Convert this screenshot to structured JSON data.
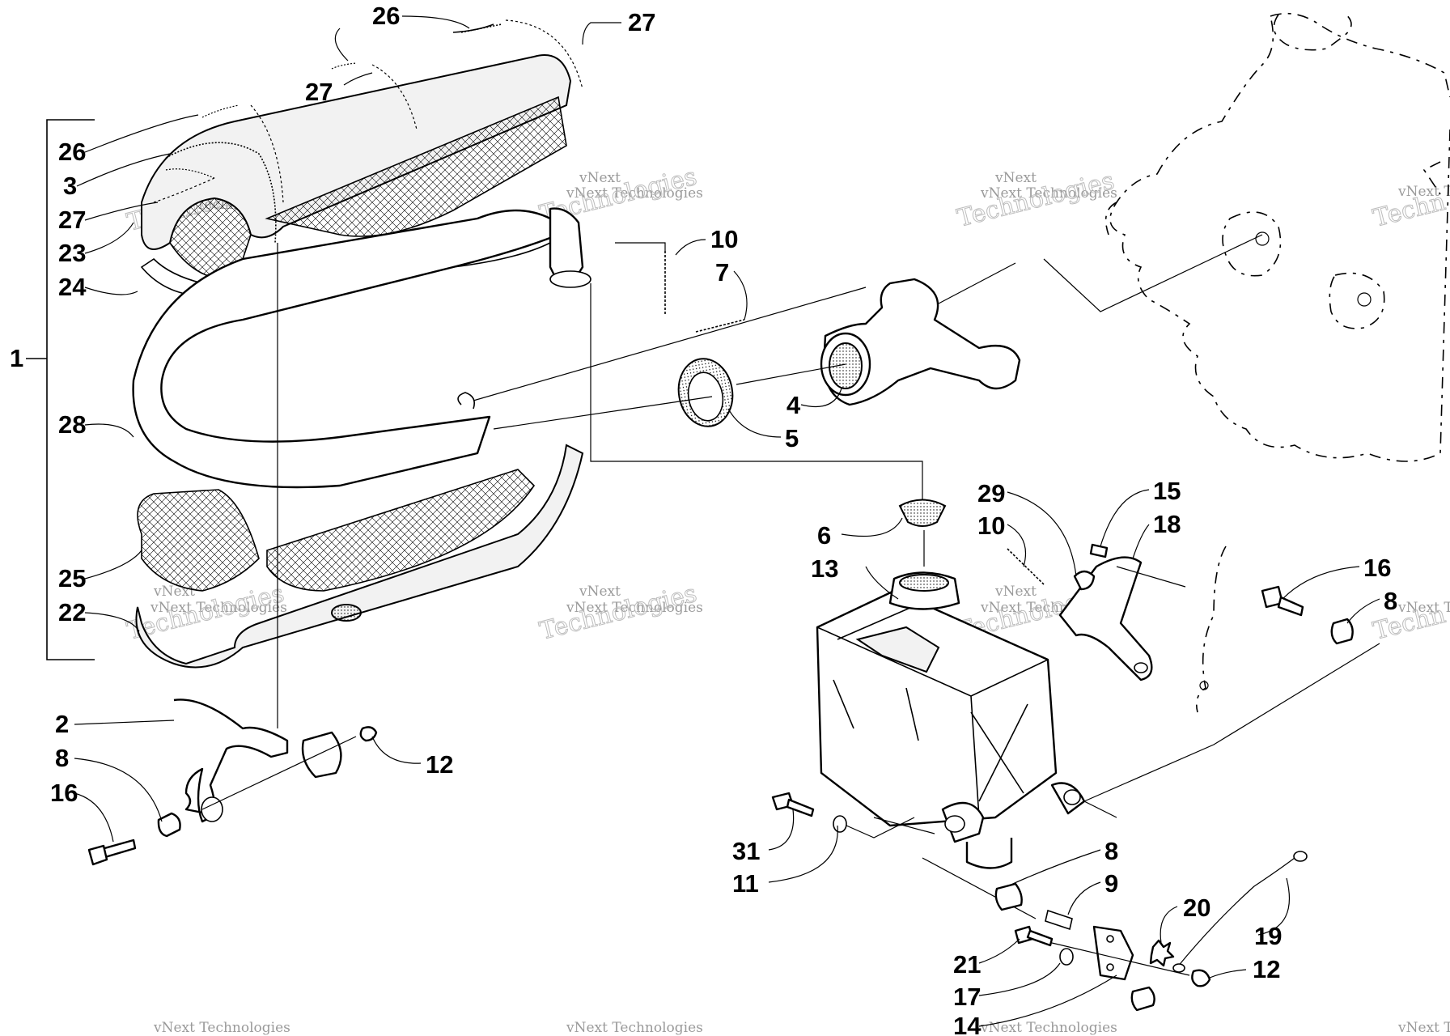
{
  "watermark": {
    "line1": "vNext",
    "line2": "vNext Technologies",
    "line3": "Technologies",
    "edge_partial": "vNext Te",
    "edge_partial_big": "Techn",
    "bottom_partial": "vNext Technologies"
  },
  "group_label": "1",
  "callouts": [
    "26",
    "27",
    "27",
    "26",
    "3",
    "27",
    "23",
    "24",
    "28",
    "25",
    "22",
    "2",
    "8",
    "16",
    "12",
    "10",
    "7",
    "4",
    "5",
    "6",
    "13",
    "29",
    "10",
    "15",
    "18",
    "16",
    "8",
    "31",
    "11",
    "8",
    "9",
    "20",
    "19",
    "21",
    "17",
    "14",
    "12"
  ]
}
